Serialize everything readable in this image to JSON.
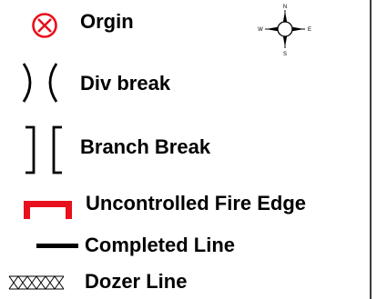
{
  "legend": {
    "items": [
      {
        "symbol": "origin-icon",
        "label": "Orgin"
      },
      {
        "symbol": "div-break-icon",
        "label": "Div break"
      },
      {
        "symbol": "branch-break-icon",
        "label": "Branch Break"
      },
      {
        "symbol": "uncontrolled-fire-edge-icon",
        "label": "Uncontrolled Fire Edge"
      },
      {
        "symbol": "completed-line-icon",
        "label": "Completed Line"
      },
      {
        "symbol": "dozer-line-icon",
        "label": "Dozer Line"
      }
    ]
  },
  "compass": {
    "n": "N",
    "s": "S",
    "e": "E",
    "w": "W"
  },
  "colors": {
    "origin": "#e8101c",
    "fire_edge": "#e8101c",
    "line": "#000000"
  }
}
